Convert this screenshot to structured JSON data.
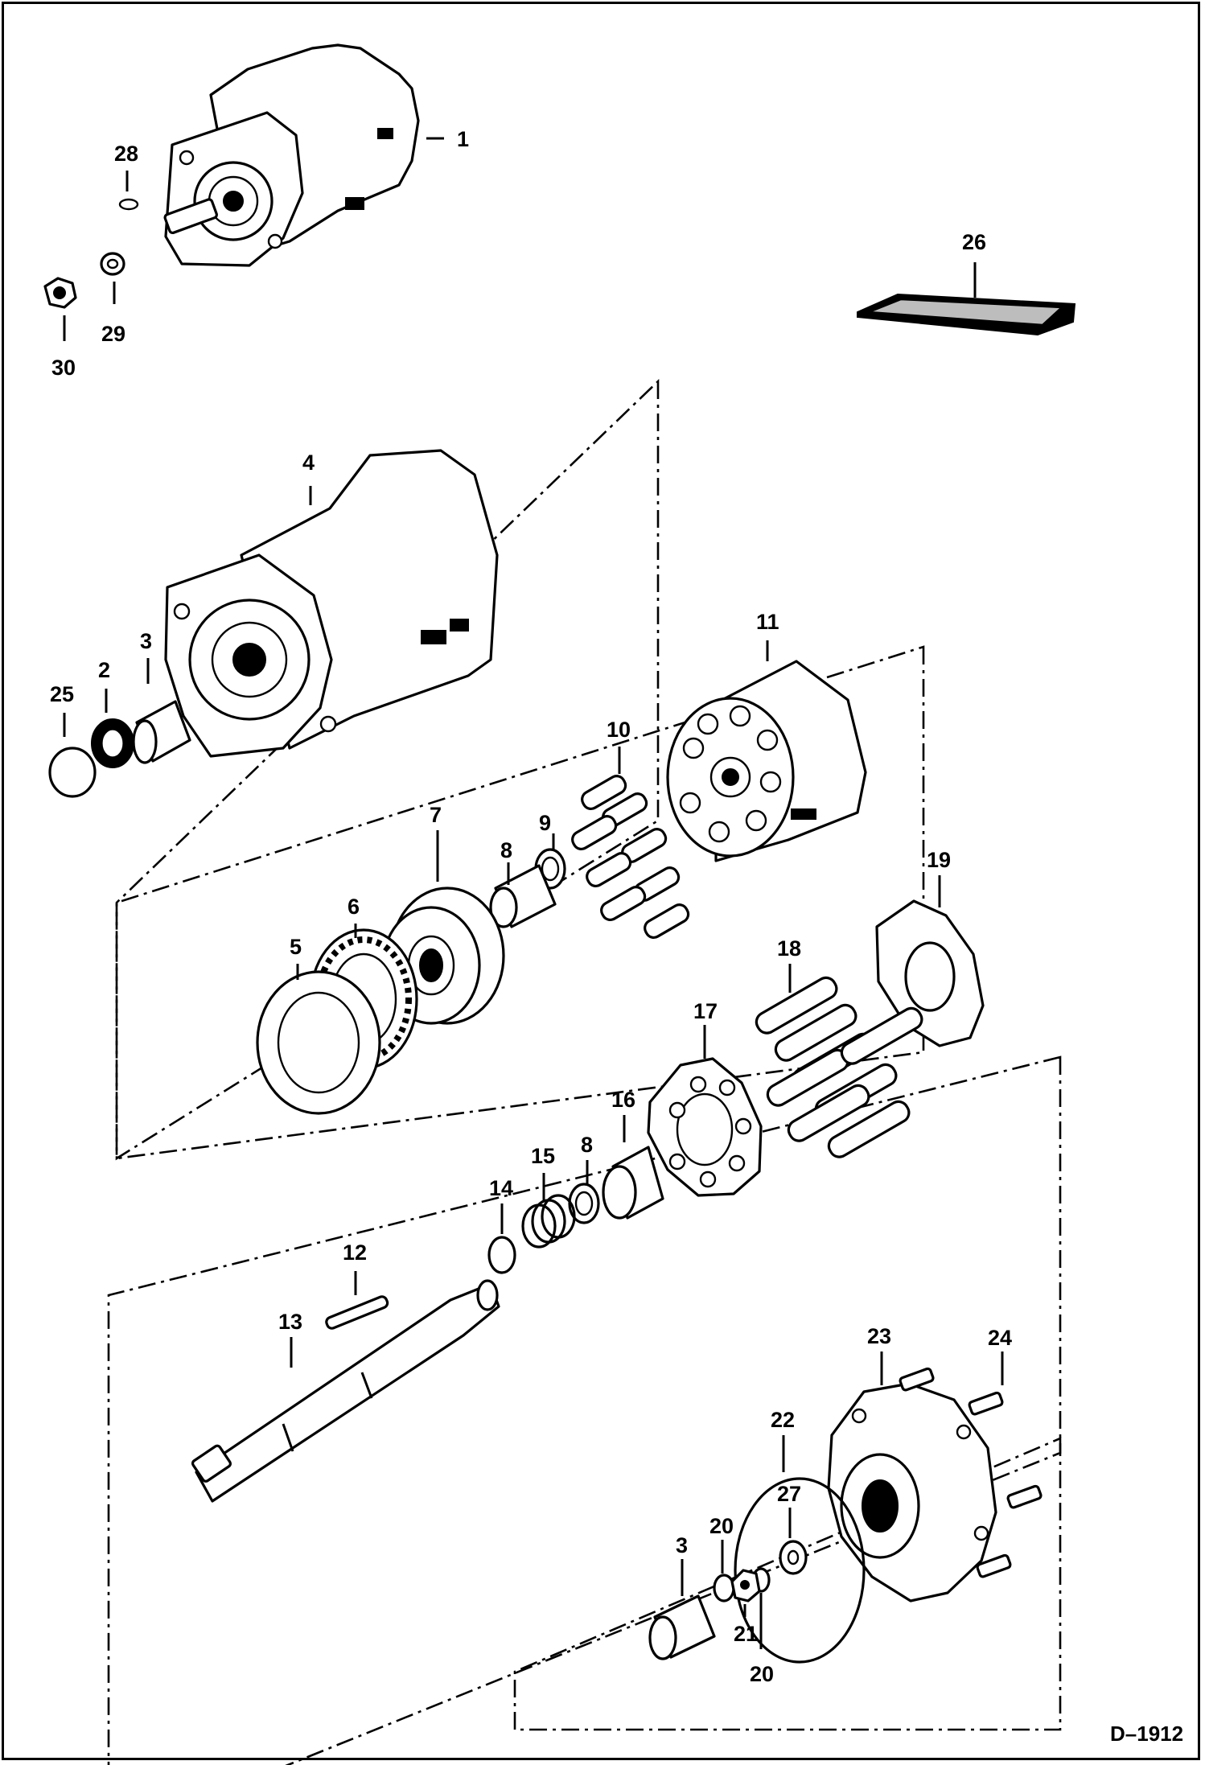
{
  "figure_number": "D–1912",
  "callouts": [
    {
      "id": "c1",
      "label": "1"
    },
    {
      "id": "c28",
      "label": "28"
    },
    {
      "id": "c29",
      "label": "29"
    },
    {
      "id": "c30",
      "label": "30"
    },
    {
      "id": "c26",
      "label": "26"
    },
    {
      "id": "c4",
      "label": "4"
    },
    {
      "id": "c25",
      "label": "25"
    },
    {
      "id": "c2",
      "label": "2"
    },
    {
      "id": "c3a",
      "label": "3"
    },
    {
      "id": "c11",
      "label": "11"
    },
    {
      "id": "c10",
      "label": "10"
    },
    {
      "id": "c9",
      "label": "9"
    },
    {
      "id": "c8a",
      "label": "8"
    },
    {
      "id": "c7",
      "label": "7"
    },
    {
      "id": "c6",
      "label": "6"
    },
    {
      "id": "c5",
      "label": "5"
    },
    {
      "id": "c19",
      "label": "19"
    },
    {
      "id": "c18",
      "label": "18"
    },
    {
      "id": "c17",
      "label": "17"
    },
    {
      "id": "c16",
      "label": "16"
    },
    {
      "id": "c8b",
      "label": "8"
    },
    {
      "id": "c15",
      "label": "15"
    },
    {
      "id": "c14",
      "label": "14"
    },
    {
      "id": "c12",
      "label": "12"
    },
    {
      "id": "c13",
      "label": "13"
    },
    {
      "id": "c23",
      "label": "23"
    },
    {
      "id": "c24",
      "label": "24"
    },
    {
      "id": "c22",
      "label": "22"
    },
    {
      "id": "c27",
      "label": "27"
    },
    {
      "id": "c20a",
      "label": "20"
    },
    {
      "id": "c3b",
      "label": "3"
    },
    {
      "id": "c21",
      "label": "21"
    },
    {
      "id": "c20b",
      "label": "20"
    }
  ]
}
